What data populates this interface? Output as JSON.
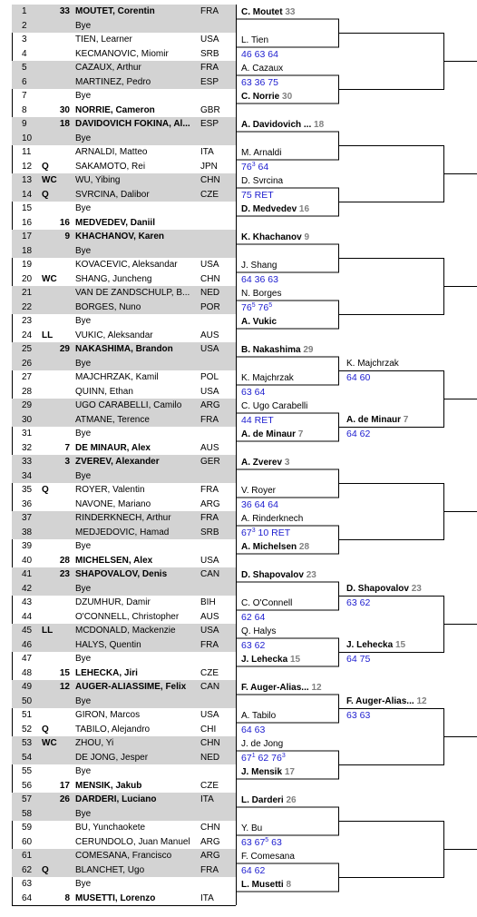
{
  "draw": {
    "entries": [
      {
        "num": "1",
        "seed": "33",
        "tag": "",
        "name": "MOUTET, Corentin",
        "country": "FRA"
      },
      {
        "num": "2",
        "seed": "",
        "tag": "",
        "name": "Bye",
        "country": ""
      },
      {
        "num": "3",
        "seed": "",
        "tag": "",
        "name": "TIEN, Learner",
        "country": "USA"
      },
      {
        "num": "4",
        "seed": "",
        "tag": "",
        "name": "KECMANOVIC, Miomir",
        "country": "SRB"
      },
      {
        "num": "5",
        "seed": "",
        "tag": "",
        "name": "CAZAUX, Arthur",
        "country": "FRA"
      },
      {
        "num": "6",
        "seed": "",
        "tag": "",
        "name": "MARTINEZ, Pedro",
        "country": "ESP"
      },
      {
        "num": "7",
        "seed": "",
        "tag": "",
        "name": "Bye",
        "country": ""
      },
      {
        "num": "8",
        "seed": "30",
        "tag": "",
        "name": "NORRIE, Cameron",
        "country": "GBR"
      },
      {
        "num": "9",
        "seed": "18",
        "tag": "",
        "name": "DAVIDOVICH FOKINA, Al...",
        "country": "ESP"
      },
      {
        "num": "10",
        "seed": "",
        "tag": "",
        "name": "Bye",
        "country": ""
      },
      {
        "num": "11",
        "seed": "",
        "tag": "",
        "name": "ARNALDI, Matteo",
        "country": "ITA"
      },
      {
        "num": "12",
        "seed": "",
        "tag": "Q",
        "name": "SAKAMOTO, Rei",
        "country": "JPN"
      },
      {
        "num": "13",
        "seed": "",
        "tag": "WC",
        "name": "WU, Yibing",
        "country": "CHN"
      },
      {
        "num": "14",
        "seed": "",
        "tag": "Q",
        "name": "SVRCINA, Dalibor",
        "country": "CZE"
      },
      {
        "num": "15",
        "seed": "",
        "tag": "",
        "name": "Bye",
        "country": ""
      },
      {
        "num": "16",
        "seed": "16",
        "tag": "",
        "name": "MEDVEDEV, Daniil",
        "country": ""
      },
      {
        "num": "17",
        "seed": "9",
        "tag": "",
        "name": "KHACHANOV, Karen",
        "country": ""
      },
      {
        "num": "18",
        "seed": "",
        "tag": "",
        "name": "Bye",
        "country": ""
      },
      {
        "num": "19",
        "seed": "",
        "tag": "",
        "name": "KOVACEVIC, Aleksandar",
        "country": "USA"
      },
      {
        "num": "20",
        "seed": "",
        "tag": "WC",
        "name": "SHANG, Juncheng",
        "country": "CHN"
      },
      {
        "num": "21",
        "seed": "",
        "tag": "",
        "name": "VAN DE ZANDSCHULP, B...",
        "country": "NED"
      },
      {
        "num": "22",
        "seed": "",
        "tag": "",
        "name": "BORGES, Nuno",
        "country": "POR"
      },
      {
        "num": "23",
        "seed": "",
        "tag": "",
        "name": "Bye",
        "country": ""
      },
      {
        "num": "24",
        "seed": "",
        "tag": "LL",
        "name": "VUKIC, Aleksandar",
        "country": "AUS"
      },
      {
        "num": "25",
        "seed": "29",
        "tag": "",
        "name": "NAKASHIMA, Brandon",
        "country": "USA"
      },
      {
        "num": "26",
        "seed": "",
        "tag": "",
        "name": "Bye",
        "country": ""
      },
      {
        "num": "27",
        "seed": "",
        "tag": "",
        "name": "MAJCHRZAK, Kamil",
        "country": "POL"
      },
      {
        "num": "28",
        "seed": "",
        "tag": "",
        "name": "QUINN, Ethan",
        "country": "USA"
      },
      {
        "num": "29",
        "seed": "",
        "tag": "",
        "name": "UGO CARABELLI, Camilo",
        "country": "ARG"
      },
      {
        "num": "30",
        "seed": "",
        "tag": "",
        "name": "ATMANE, Terence",
        "country": "FRA"
      },
      {
        "num": "31",
        "seed": "",
        "tag": "",
        "name": "Bye",
        "country": ""
      },
      {
        "num": "32",
        "seed": "7",
        "tag": "",
        "name": "DE MINAUR, Alex",
        "country": "AUS"
      },
      {
        "num": "33",
        "seed": "3",
        "tag": "",
        "name": "ZVEREV, Alexander",
        "country": "GER"
      },
      {
        "num": "34",
        "seed": "",
        "tag": "",
        "name": "Bye",
        "country": ""
      },
      {
        "num": "35",
        "seed": "",
        "tag": "Q",
        "name": "ROYER, Valentin",
        "country": "FRA"
      },
      {
        "num": "36",
        "seed": "",
        "tag": "",
        "name": "NAVONE, Mariano",
        "country": "ARG"
      },
      {
        "num": "37",
        "seed": "",
        "tag": "",
        "name": "RINDERKNECH, Arthur",
        "country": "FRA"
      },
      {
        "num": "38",
        "seed": "",
        "tag": "",
        "name": "MEDJEDOVIC, Hamad",
        "country": "SRB"
      },
      {
        "num": "39",
        "seed": "",
        "tag": "",
        "name": "Bye",
        "country": ""
      },
      {
        "num": "40",
        "seed": "28",
        "tag": "",
        "name": "MICHELSEN, Alex",
        "country": "USA"
      },
      {
        "num": "41",
        "seed": "23",
        "tag": "",
        "name": "SHAPOVALOV, Denis",
        "country": "CAN"
      },
      {
        "num": "42",
        "seed": "",
        "tag": "",
        "name": "Bye",
        "country": ""
      },
      {
        "num": "43",
        "seed": "",
        "tag": "",
        "name": "DZUMHUR, Damir",
        "country": "BIH"
      },
      {
        "num": "44",
        "seed": "",
        "tag": "",
        "name": "O'CONNELL, Christopher",
        "country": "AUS"
      },
      {
        "num": "45",
        "seed": "",
        "tag": "LL",
        "name": "MCDONALD, Mackenzie",
        "country": "USA"
      },
      {
        "num": "46",
        "seed": "",
        "tag": "",
        "name": "HALYS, Quentin",
        "country": "FRA"
      },
      {
        "num": "47",
        "seed": "",
        "tag": "",
        "name": "Bye",
        "country": ""
      },
      {
        "num": "48",
        "seed": "15",
        "tag": "",
        "name": "LEHECKA, Jiri",
        "country": "CZE"
      },
      {
        "num": "49",
        "seed": "12",
        "tag": "",
        "name": "AUGER-ALIASSIME, Felix",
        "country": "CAN"
      },
      {
        "num": "50",
        "seed": "",
        "tag": "",
        "name": "Bye",
        "country": ""
      },
      {
        "num": "51",
        "seed": "",
        "tag": "",
        "name": "GIRON, Marcos",
        "country": "USA"
      },
      {
        "num": "52",
        "seed": "",
        "tag": "Q",
        "name": "TABILO, Alejandro",
        "country": "CHI"
      },
      {
        "num": "53",
        "seed": "",
        "tag": "WC",
        "name": "ZHOU, Yi",
        "country": "CHN"
      },
      {
        "num": "54",
        "seed": "",
        "tag": "",
        "name": "DE JONG, Jesper",
        "country": "NED"
      },
      {
        "num": "55",
        "seed": "",
        "tag": "",
        "name": "Bye",
        "country": ""
      },
      {
        "num": "56",
        "seed": "17",
        "tag": "",
        "name": "MENSIK, Jakub",
        "country": "CZE"
      },
      {
        "num": "57",
        "seed": "26",
        "tag": "",
        "name": "DARDERI, Luciano",
        "country": "ITA"
      },
      {
        "num": "58",
        "seed": "",
        "tag": "",
        "name": "Bye",
        "country": ""
      },
      {
        "num": "59",
        "seed": "",
        "tag": "",
        "name": "BU, Yunchaokete",
        "country": "CHN"
      },
      {
        "num": "60",
        "seed": "",
        "tag": "",
        "name": "CERUNDOLO, Juan Manuel",
        "country": "ARG"
      },
      {
        "num": "61",
        "seed": "",
        "tag": "",
        "name": "COMESANA, Francisco",
        "country": "ARG"
      },
      {
        "num": "62",
        "seed": "",
        "tag": "Q",
        "name": "BLANCHET, Ugo",
        "country": "FRA"
      },
      {
        "num": "63",
        "seed": "",
        "tag": "",
        "name": "Bye",
        "country": ""
      },
      {
        "num": "64",
        "seed": "8",
        "tag": "",
        "name": "MUSETTI, Lorenzo",
        "country": "ITA"
      }
    ],
    "round2": [
      {
        "name": "C. Moutet",
        "seed": "33",
        "score": "",
        "bye": true
      },
      {
        "name": "L. Tien",
        "seed": "",
        "score": "46 63 64",
        "bye": false
      },
      {
        "name": "A. Cazaux",
        "seed": "",
        "score": "63 36 75",
        "bye": false
      },
      {
        "name": "C. Norrie",
        "seed": "30",
        "score": "",
        "bye": true
      },
      {
        "name": "A. Davidovich ...",
        "seed": "18",
        "score": "",
        "bye": true
      },
      {
        "name": "M. Arnaldi",
        "seed": "",
        "score": "76³ 64",
        "bye": false
      },
      {
        "name": "D. Svrcina",
        "seed": "",
        "score": "75 RET",
        "bye": false
      },
      {
        "name": "D. Medvedev",
        "seed": "16",
        "score": "",
        "bye": true
      },
      {
        "name": "K. Khachanov",
        "seed": "9",
        "score": "",
        "bye": true
      },
      {
        "name": "J. Shang",
        "seed": "",
        "score": "64 36 63",
        "bye": false
      },
      {
        "name": "N. Borges",
        "seed": "",
        "score": "76⁵ 76⁵",
        "bye": false
      },
      {
        "name": "A. Vukic",
        "seed": "",
        "score": "",
        "bye": true
      },
      {
        "name": "B. Nakashima",
        "seed": "29",
        "score": "",
        "bye": true
      },
      {
        "name": "K. Majchrzak",
        "seed": "",
        "score": "63 64",
        "bye": false
      },
      {
        "name": "C. Ugo Carabelli",
        "seed": "",
        "score": "44 RET",
        "bye": false
      },
      {
        "name": "A. de Minaur",
        "seed": "7",
        "score": "",
        "bye": true
      },
      {
        "name": "A. Zverev",
        "seed": "3",
        "score": "",
        "bye": true
      },
      {
        "name": "V. Royer",
        "seed": "",
        "score": "36 64 64",
        "bye": false
      },
      {
        "name": "A. Rinderknech",
        "seed": "",
        "score": "67³ 10 RET",
        "bye": false
      },
      {
        "name": "A. Michelsen",
        "seed": "28",
        "score": "",
        "bye": true
      },
      {
        "name": "D. Shapovalov",
        "seed": "23",
        "score": "",
        "bye": true
      },
      {
        "name": "C. O'Connell",
        "seed": "",
        "score": "62 64",
        "bye": false
      },
      {
        "name": "Q. Halys",
        "seed": "",
        "score": "63 62",
        "bye": false
      },
      {
        "name": "J. Lehecka",
        "seed": "15",
        "score": "",
        "bye": true
      },
      {
        "name": "F. Auger-Alias...",
        "seed": "12",
        "score": "",
        "bye": true
      },
      {
        "name": "A. Tabilo",
        "seed": "",
        "score": "64 63",
        "bye": false
      },
      {
        "name": "J. de Jong",
        "seed": "",
        "score": "67¹ 62 76³",
        "bye": false
      },
      {
        "name": "J. Mensik",
        "seed": "17",
        "score": "",
        "bye": true
      },
      {
        "name": "L. Darderi",
        "seed": "26",
        "score": "",
        "bye": true
      },
      {
        "name": "Y. Bu",
        "seed": "",
        "score": "63 67⁵ 63",
        "bye": false
      },
      {
        "name": "F. Comesana",
        "seed": "",
        "score": "64 62",
        "bye": false
      },
      {
        "name": "L. Musetti",
        "seed": "8",
        "score": "",
        "bye": true
      }
    ],
    "round3": [
      {
        "slot": 6,
        "name": "K. Majchrzak",
        "seed": "",
        "bold": false,
        "score": "64 60"
      },
      {
        "slot": 7,
        "name": "A. de Minaur",
        "seed": "7",
        "bold": true,
        "score": "64 62"
      },
      {
        "slot": 10,
        "name": "D. Shapovalov",
        "seed": "23",
        "bold": true,
        "score": "63 62"
      },
      {
        "slot": 11,
        "name": "J. Lehecka",
        "seed": "15",
        "bold": true,
        "score": "64 75"
      },
      {
        "slot": 12,
        "name": "F. Auger-Alias...",
        "seed": "12",
        "bold": true,
        "score": "63 63"
      }
    ]
  }
}
